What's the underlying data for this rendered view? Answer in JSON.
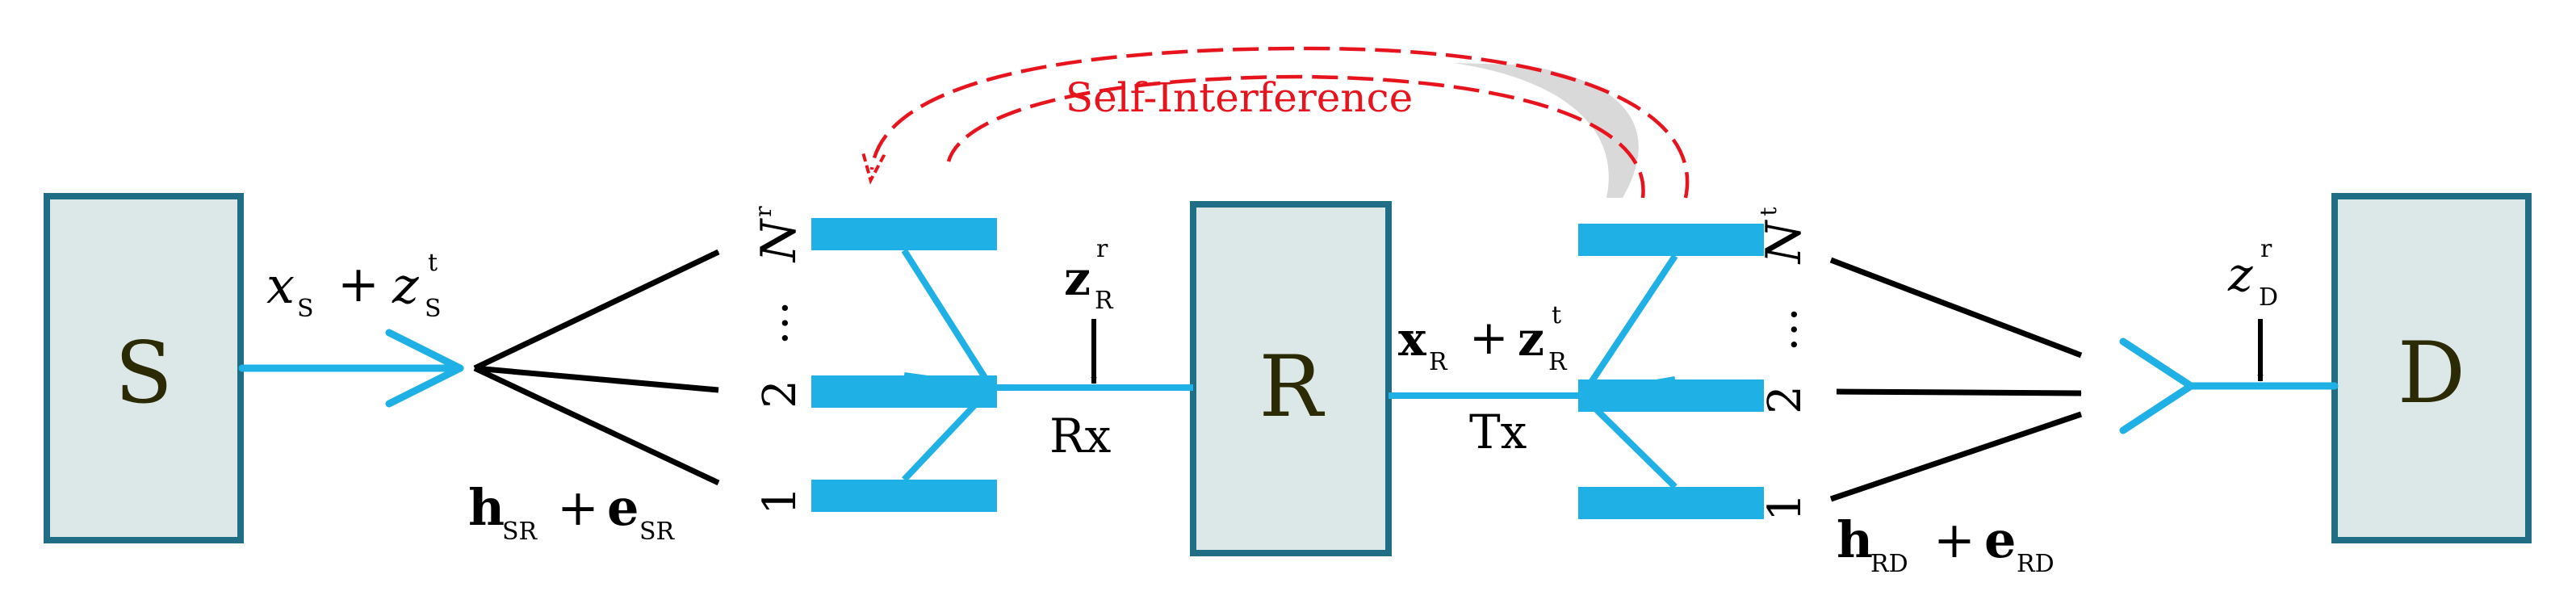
{
  "nodes": {
    "source": "S",
    "relay": "R",
    "destination": "D"
  },
  "labels": {
    "self_interference": "Self-Interference",
    "rx": "Rx",
    "tx": "Tx",
    "source_signal": {
      "main": "x",
      "main_sub": "S",
      "plus": "+",
      "noise": "z",
      "noise_sup": "t",
      "noise_sub": "S"
    },
    "channel_sr": {
      "h": "h",
      "h_sub": "SR",
      "plus": "+",
      "e": "e",
      "e_sub": "SR"
    },
    "channel_rd": {
      "h": "h",
      "h_sub": "RD",
      "plus": "+",
      "e": "e",
      "e_sub": "RD"
    },
    "rx_noise": {
      "z": "z",
      "sup": "r",
      "sub": "R"
    },
    "tx_signal": {
      "x": "x",
      "x_sub": "R",
      "plus": "+",
      "z": "z",
      "z_sup": "t",
      "z_sub": "R"
    },
    "dest_noise": {
      "z": "z",
      "sup": "r",
      "sub": "D"
    }
  },
  "rx_antennas": {
    "first": "1",
    "second": "2",
    "dots": "…",
    "last": {
      "main": "N",
      "sub": "r"
    }
  },
  "tx_antennas": {
    "first": "1",
    "second": "2",
    "dots": "…",
    "last": {
      "main": "N",
      "sub": "t"
    }
  },
  "colors": {
    "node_fill": "#dce8e8",
    "node_stroke": "#1f6e85",
    "antenna": "#1fb0e6",
    "arrow": "#000000",
    "self_interference": "#e8141d",
    "shading": "#d9d9d9",
    "node_text": "#2c2a05"
  }
}
